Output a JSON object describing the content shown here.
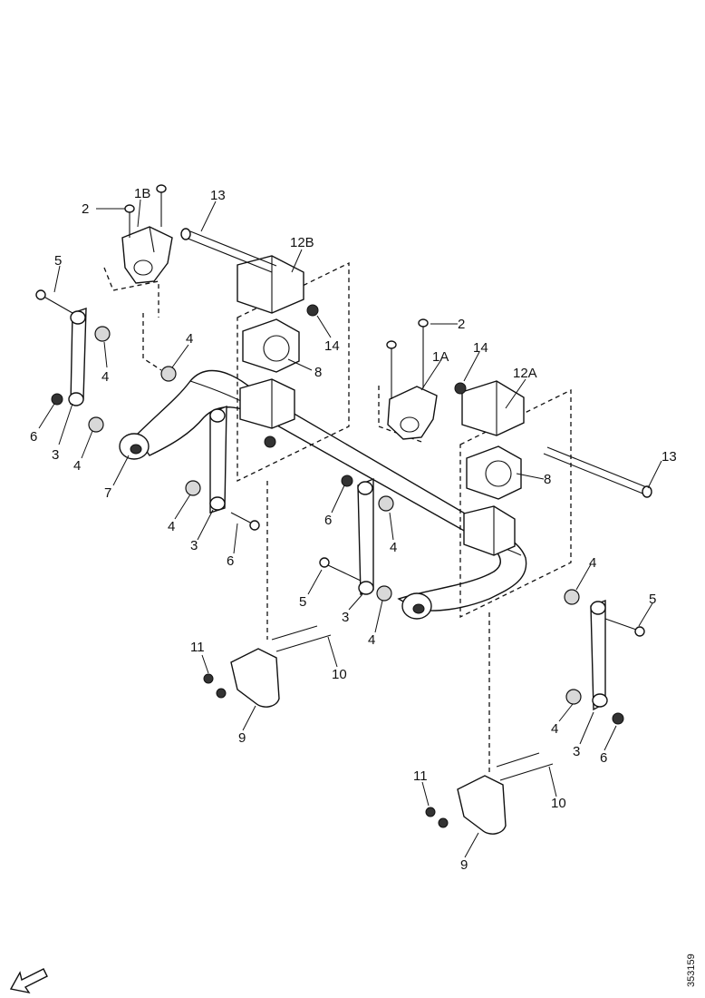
{
  "diagram": {
    "document_id": "353159",
    "callouts": {
      "c1": "2",
      "c2": "1B",
      "c3": "13",
      "c4": "12B",
      "c5": "5",
      "c6": "4",
      "c7": "4",
      "c8": "14",
      "c9": "8",
      "c10": "2",
      "c11": "1A",
      "c12": "14",
      "c13": "12A",
      "c14": "6",
      "c15": "3",
      "c16": "4",
      "c17": "7",
      "c18": "13",
      "c19": "8",
      "c20": "4",
      "c21": "3",
      "c22": "6",
      "c23": "6",
      "c24": "4",
      "c25": "5",
      "c26": "3",
      "c27": "4",
      "c28": "4",
      "c29": "5",
      "c30": "11",
      "c31": "10",
      "c32": "9",
      "c33": "4",
      "c34": "3",
      "c35": "6",
      "c36": "11",
      "c37": "10",
      "c38": "9"
    }
  }
}
